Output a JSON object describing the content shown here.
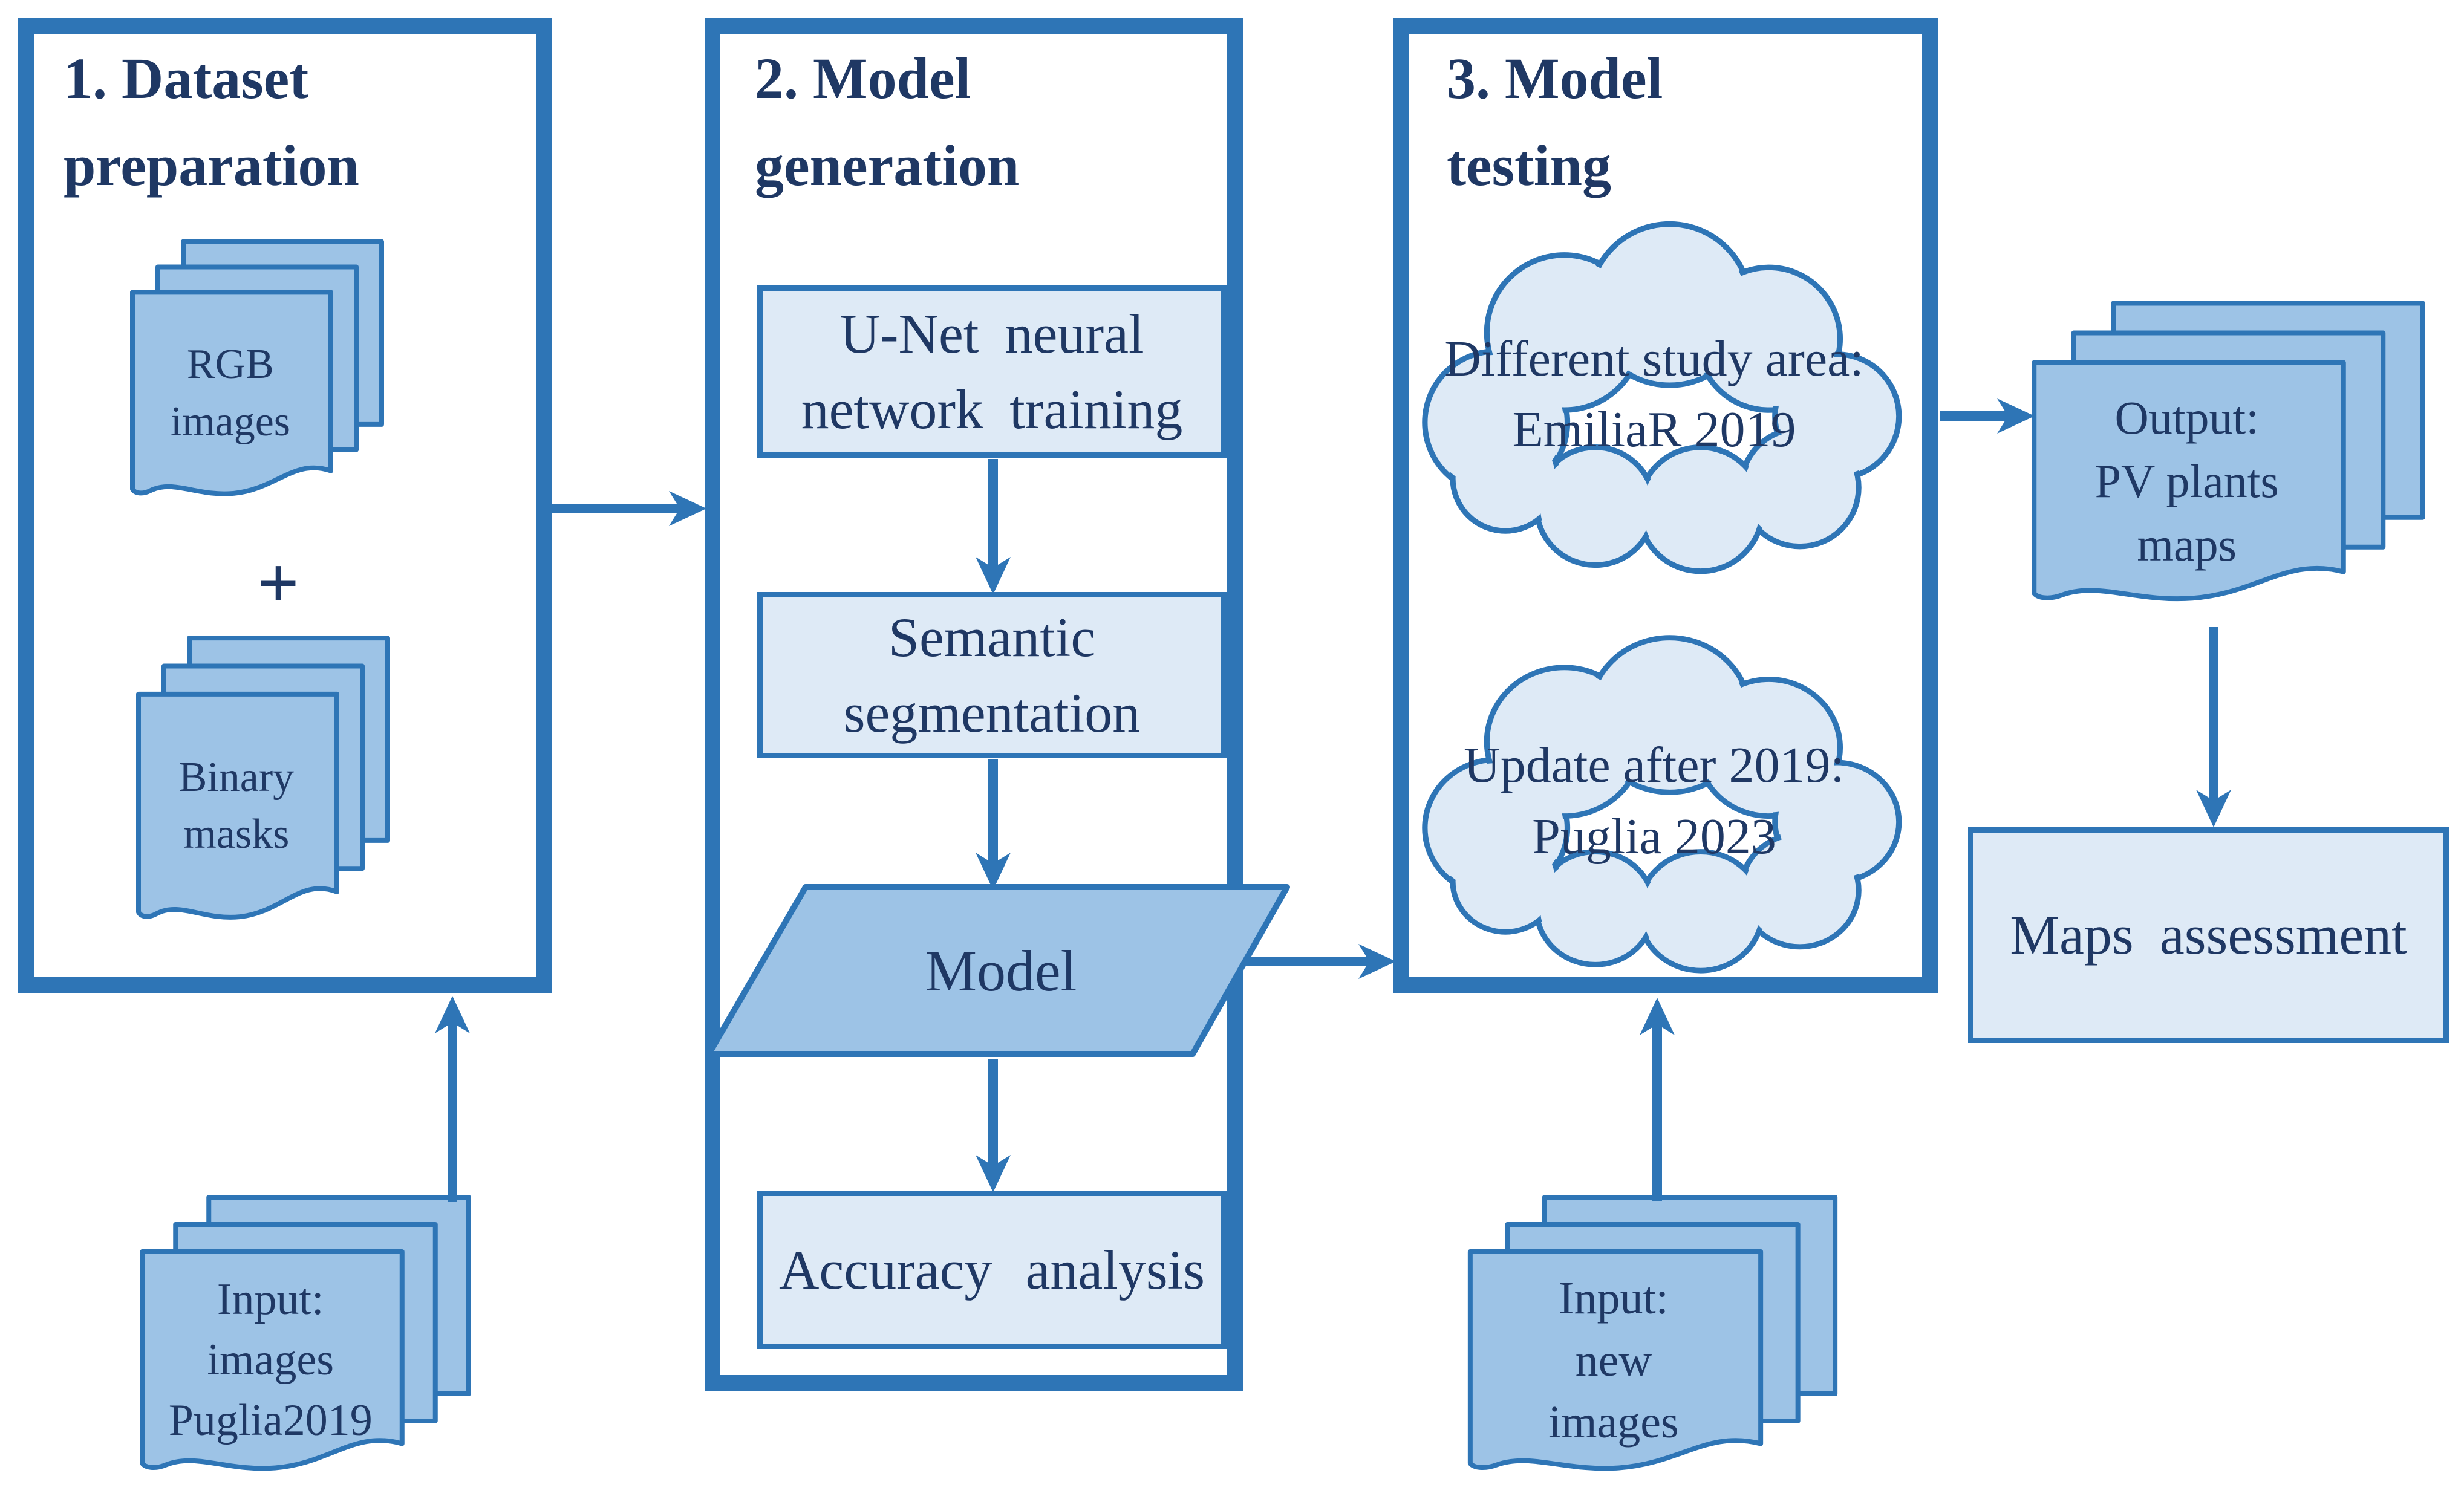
{
  "figure": {
    "colors": {
      "accent": "#2E75B6",
      "light_fill": "#DEEAF6",
      "doc_fill": "#9DC3E6",
      "text": "#1F3864"
    },
    "panel1": {
      "title": "1. Dataset\npreparation",
      "rgb_stack": "RGB\nimages",
      "plus": "+",
      "binary_stack": "Binary\nmasks"
    },
    "panel2": {
      "title": "2. Model\ngeneration",
      "unet_box": "U-Net neural\nnetwork training",
      "semantic_box": "Semantic\nsegmentation",
      "model_shape": "Model",
      "accuracy_box": "Accuracy analysis"
    },
    "panel3": {
      "title": "3. Model\ntesting",
      "cloud_study_area": "Different study area:\nEmiliaR 2019",
      "cloud_update": "Update after 2019:\nPuglia 2023"
    },
    "inputs": {
      "puglia": "Input:\nimages\nPuglia2019",
      "new_images": "Input:\nnew\nimages"
    },
    "outputs": {
      "pv_maps": "Output:\nPV plants\nmaps",
      "maps_assessment": "Maps assessment"
    }
  }
}
